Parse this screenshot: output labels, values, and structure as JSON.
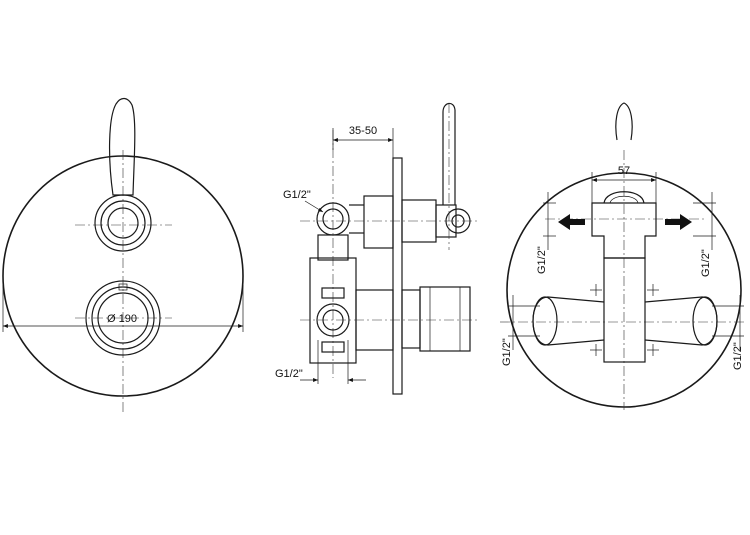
{
  "views": {
    "front": {
      "diameter_label": "Ø 190"
    },
    "side": {
      "wall_depth_label": "35-50",
      "upper_thread_label": "G1/2\"",
      "lower_thread_label": "G1/2\""
    },
    "rear": {
      "spacing_label": "57",
      "thread_left_upper": "G1/2\"",
      "thread_right_upper": "G1/2\"",
      "thread_left_lower": "G1/2\"",
      "thread_right_lower": "G1/2\""
    }
  }
}
